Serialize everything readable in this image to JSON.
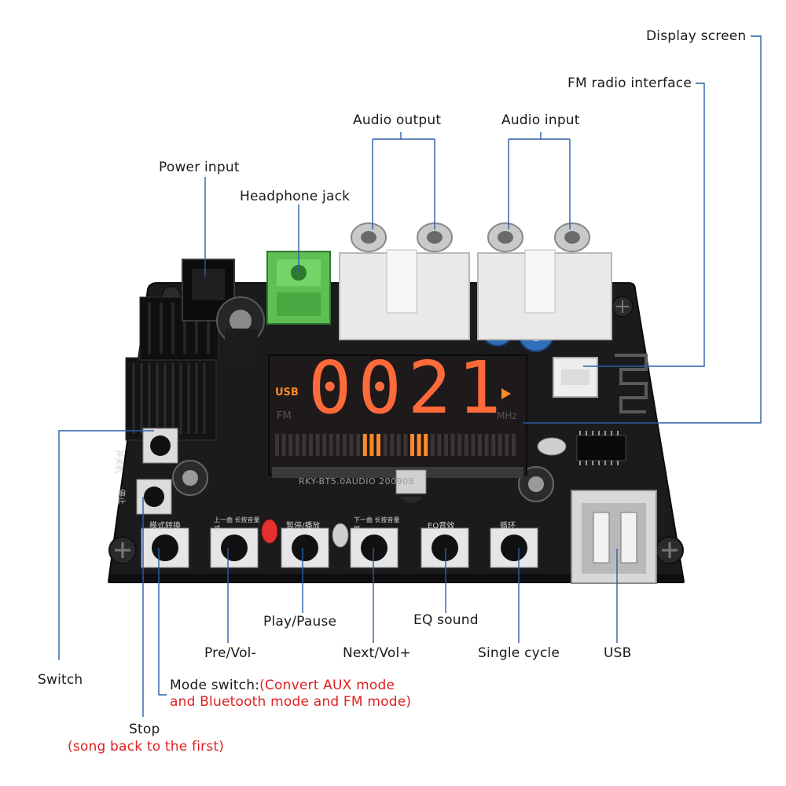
{
  "labels": {
    "display_screen": "Display screen",
    "fm_radio_interface": "FM radio interface",
    "audio_output": "Audio output",
    "audio_input": "Audio input",
    "power_input": "Power input",
    "headphone_jack": "Headphone jack",
    "switch": "Switch",
    "play_pause": "Play/Pause",
    "eq_sound": "EQ sound",
    "pre_vol": "Pre/Vol-",
    "next_vol": "Next/Vol+",
    "single_cycle": "Single cycle",
    "usb": "USB",
    "mode_switch_prefix": "Mode switch:",
    "mode_switch_red_1": "(Convert AUX mode",
    "mode_switch_red_2": "and Bluetooth mode and FM mode)",
    "stop": "Stop",
    "stop_note": "(song back to the first)"
  },
  "display": {
    "time": "0021",
    "usb_tag": "USB",
    "fm_tag": "FM",
    "mhz_tag": "MHz",
    "model_text": "RKY-BT5.0AUDIO 200908"
  },
  "board_silkscreen": {
    "power_switch": "开关机",
    "stop": "停止",
    "mode": "模式转换",
    "prev": "上一曲 长按音量减",
    "play": "暂停/播放",
    "next": "下一曲 长按音量加",
    "eq": "EQ音效",
    "loop": "循环"
  },
  "colors": {
    "board": "#1b1b1d",
    "leader_line": "#2a5fa8",
    "segment_on": "#ff6a3a",
    "segment_off": "#3a3434",
    "warning_red": "#e02020"
  }
}
